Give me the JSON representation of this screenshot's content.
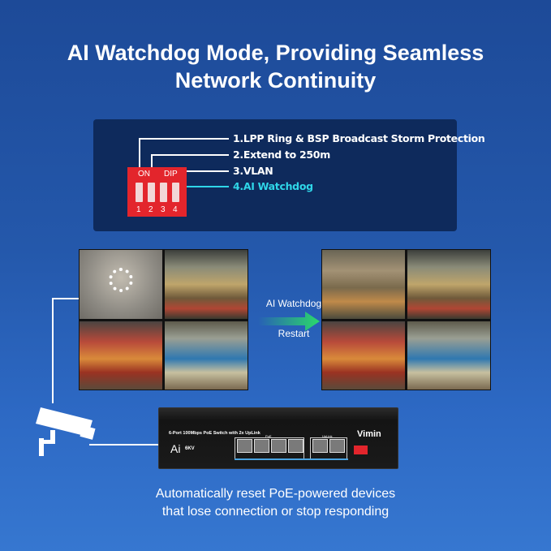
{
  "title_line1": "AI Watchdog Mode, Providing Seamless",
  "title_line2": "Network Continuity",
  "dip": {
    "on_label": "ON",
    "dip_label": "DIP",
    "numbers": [
      "1",
      "2",
      "3",
      "4"
    ],
    "options": [
      "1.LPP Ring & BSP Broadcast Storm Protection",
      "2.Extend to 250m",
      "3.VLAN",
      "4.AI Watchdog"
    ],
    "highlight_color": "#2fd6e8",
    "switch_color": "#e3252c"
  },
  "arrow": {
    "top_label": "AI Watchdog",
    "bottom_label": "Restart",
    "color": "#2bd96a"
  },
  "switch": {
    "description": "6-Port 100Mbps PoE Switch with 2x UpLink",
    "brand": "Vimin",
    "ai_label": "Ai",
    "kv_label": "6KV",
    "poe_label": "PoE",
    "uplink_label": "UpLink"
  },
  "bottom_line1": "Automatically reset PoE-powered devices",
  "bottom_line2": "that lose connection or stop responding"
}
